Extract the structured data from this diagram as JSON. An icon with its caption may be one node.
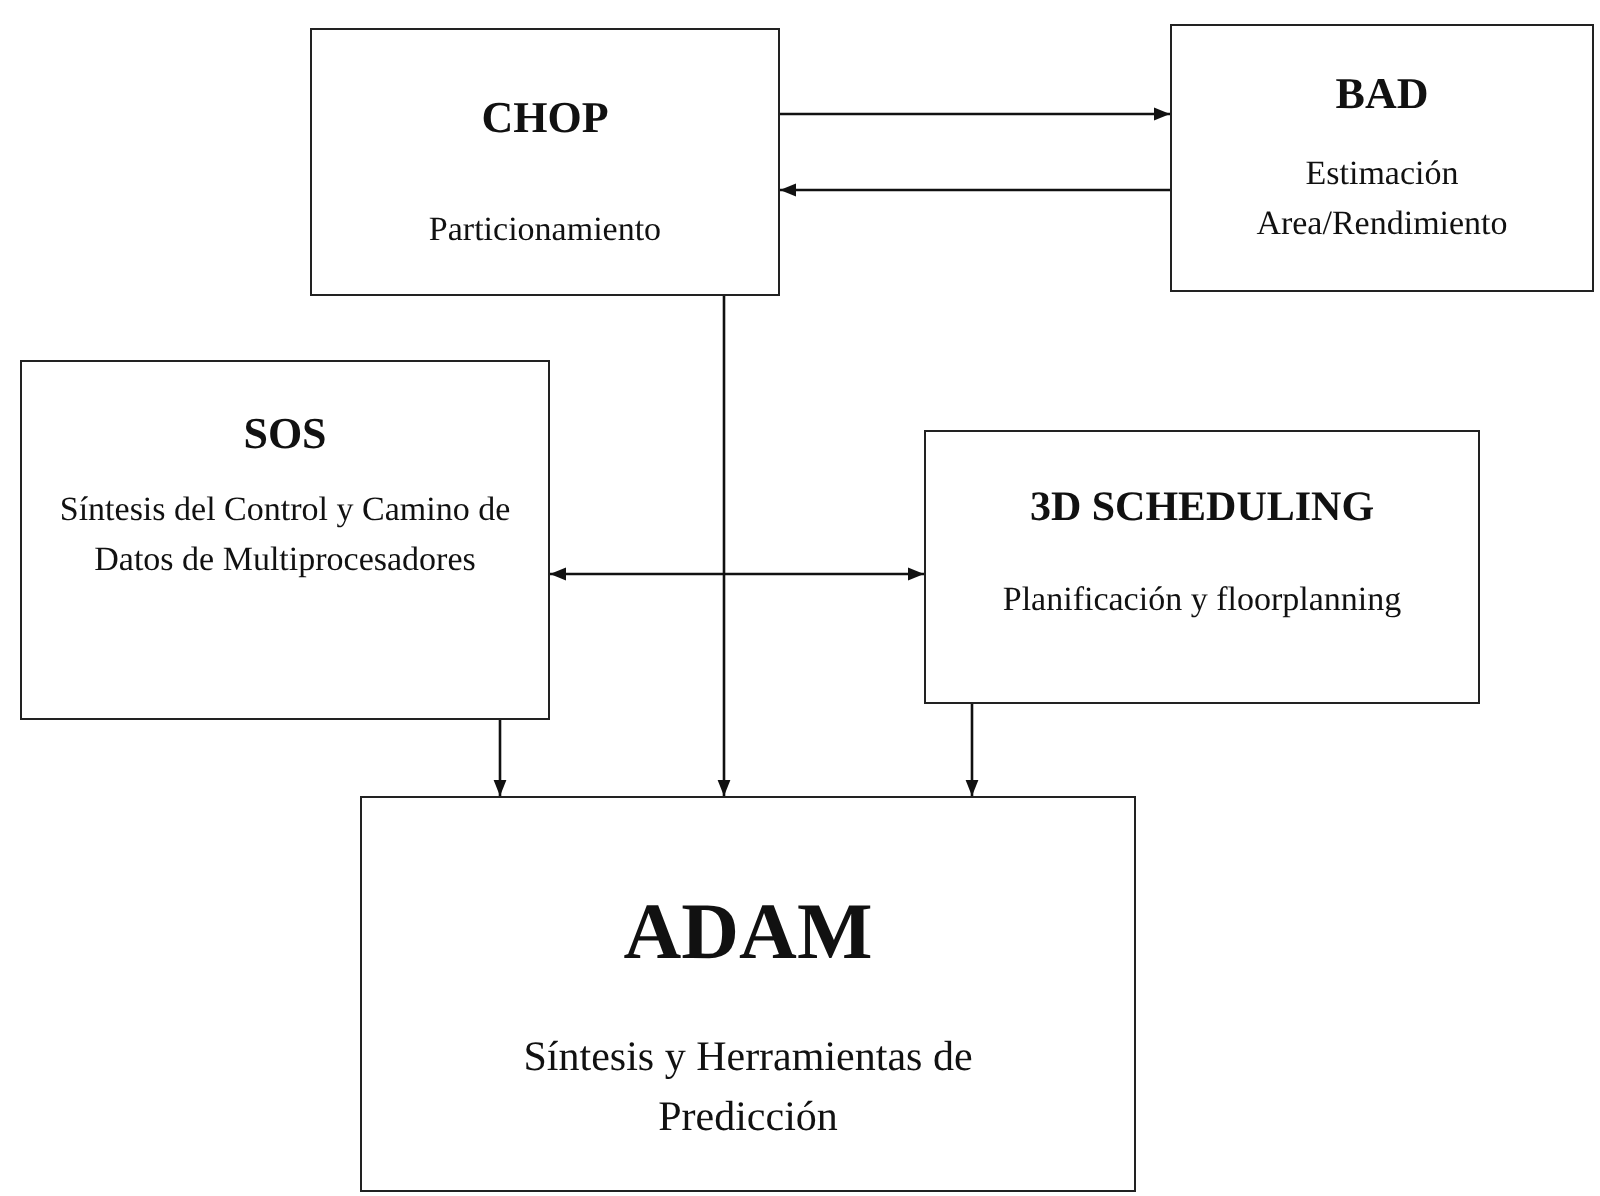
{
  "diagram": {
    "nodes": [
      {
        "text": [
          "CHOP",
          "Particionamiento"
        ]
      },
      {
        "text": [
          "BAD",
          "Estimación Area/Rendimiento"
        ]
      },
      {
        "text": [
          "SOS",
          "Síntesis del Control y Camino de Datos de Multiprocesadores"
        ]
      },
      {
        "text": [
          "3D SCHEDULING",
          "Planificación y floorplanning"
        ]
      },
      {
        "text": [
          "ADAM",
          "Síntesis y Herramientas de Predicción"
        ]
      }
    ],
    "edges": [
      {
        "from": 0,
        "to": 1,
        "arrow": "to"
      },
      {
        "from": 1,
        "to": 0,
        "arrow": "to"
      },
      {
        "from": 2,
        "to": 3,
        "arrow": "both"
      },
      {
        "from": 2,
        "to": 4,
        "arrow": "to"
      },
      {
        "from": 0,
        "to": 4,
        "arrow": "to"
      },
      {
        "from": 3,
        "to": 4,
        "arrow": "to"
      }
    ]
  }
}
